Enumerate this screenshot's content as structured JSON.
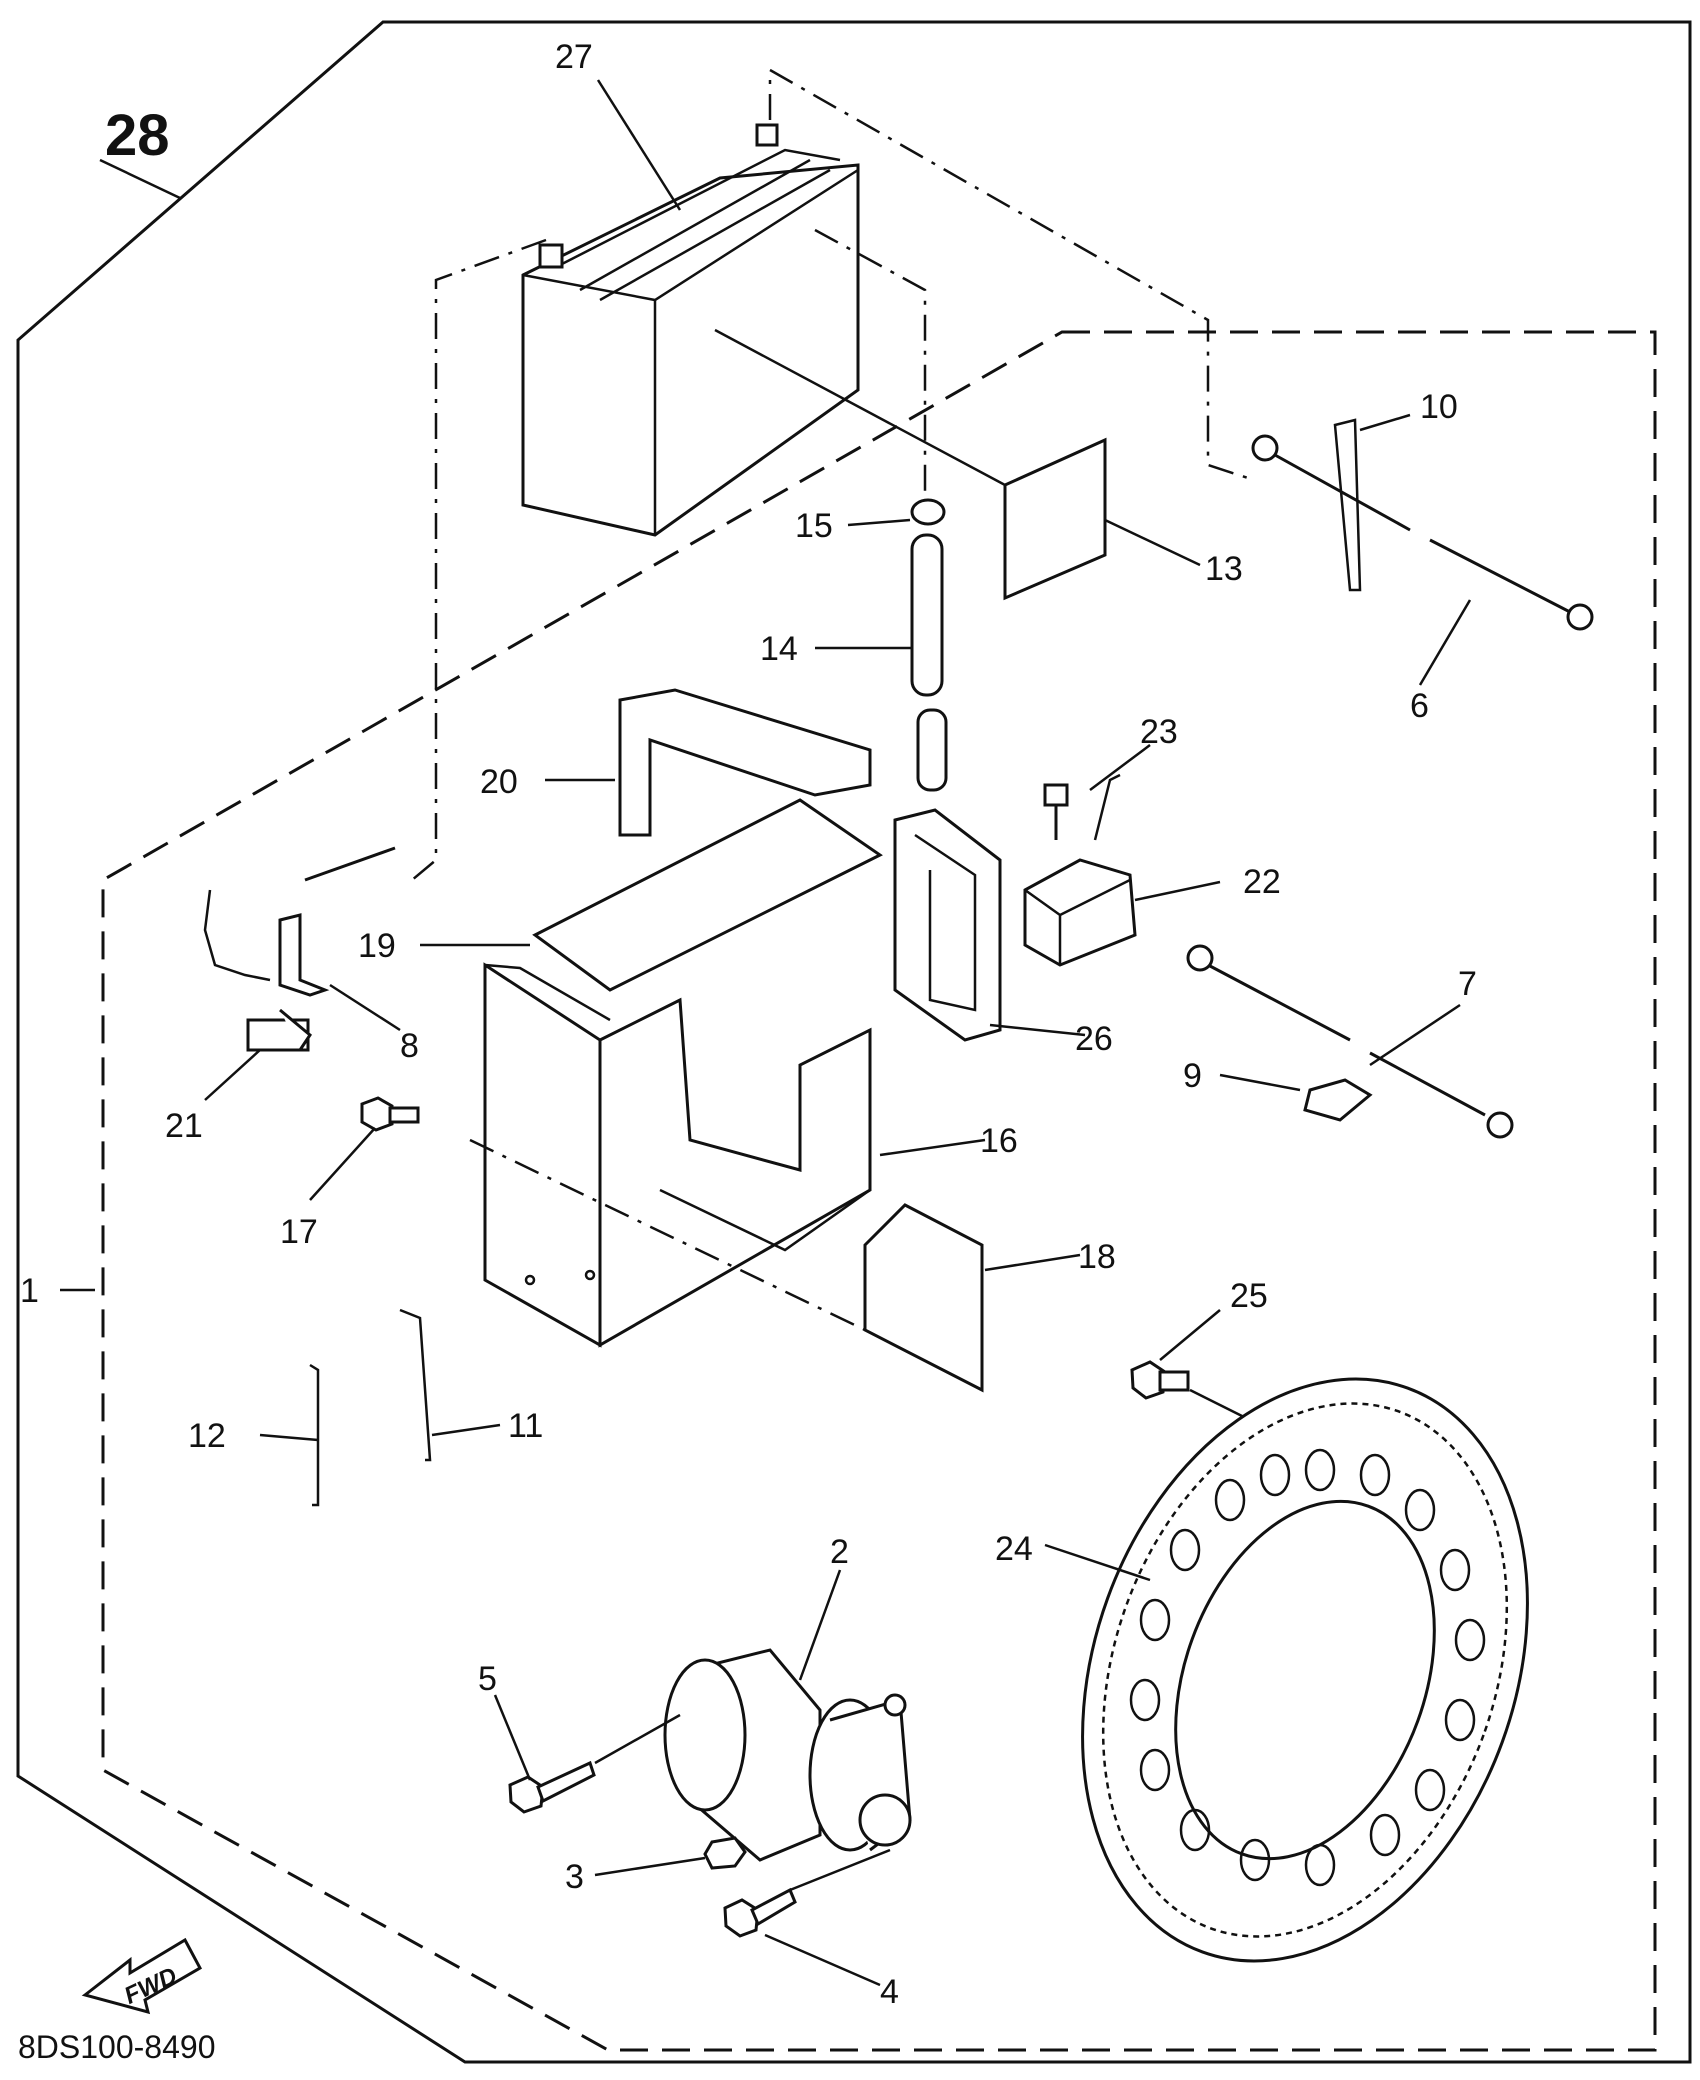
{
  "drawing_code": "8DS100-8490",
  "fwd_label": "FWD",
  "callouts": {
    "c1": "1",
    "c2": "2",
    "c3": "3",
    "c4": "4",
    "c5": "5",
    "c6": "6",
    "c7": "7",
    "c8": "8",
    "c9": "9",
    "c10": "10",
    "c11": "11",
    "c12": "12",
    "c13": "13",
    "c14": "14",
    "c15": "15",
    "c16": "16",
    "c17": "17",
    "c18": "18",
    "c19": "19",
    "c20": "20",
    "c21": "21",
    "c22": "22",
    "c23": "23",
    "c24": "24",
    "c25": "25",
    "c26": "26",
    "c27": "27",
    "c28": "28"
  }
}
